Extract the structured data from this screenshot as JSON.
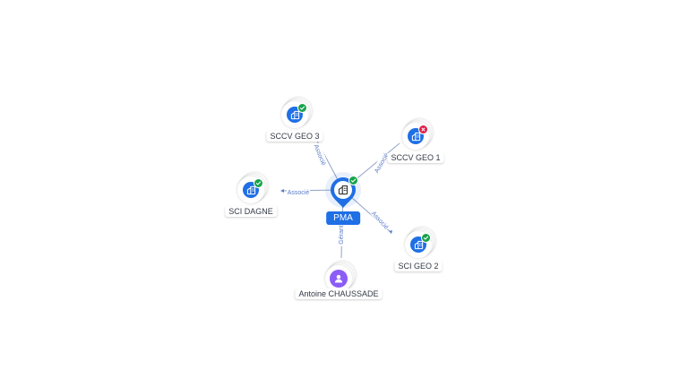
{
  "colors": {
    "company": "#1f6fe5",
    "center": "#1f6fe5",
    "person": "#8b5cf6",
    "ok": "#16a34a",
    "error": "#e11d48",
    "edge": "#8fa3c7",
    "edge_label": "#5b7bc9"
  },
  "center": {
    "name": "PMA",
    "icon": "building-icon",
    "status": "ok"
  },
  "nodes": [
    {
      "id": "sccv3",
      "name": "SCCV GEO 3",
      "type": "company",
      "icon": "building-icon",
      "status": "ok",
      "relation": "Associé"
    },
    {
      "id": "sccv1",
      "name": "SCCV GEO 1",
      "type": "company",
      "icon": "building-icon",
      "status": "error",
      "relation": "Associé"
    },
    {
      "id": "dagne",
      "name": "SCI DAGNE",
      "type": "company",
      "icon": "building-icon",
      "status": "ok",
      "relation": "Associé"
    },
    {
      "id": "geo2",
      "name": "SCI GEO 2",
      "type": "company",
      "icon": "building-icon",
      "status": "ok",
      "relation": "Associé"
    },
    {
      "id": "antoine",
      "name": "Antoine CHAUSSADE",
      "type": "person",
      "icon": "person-icon",
      "status": "none",
      "relation": "Gérant"
    }
  ]
}
